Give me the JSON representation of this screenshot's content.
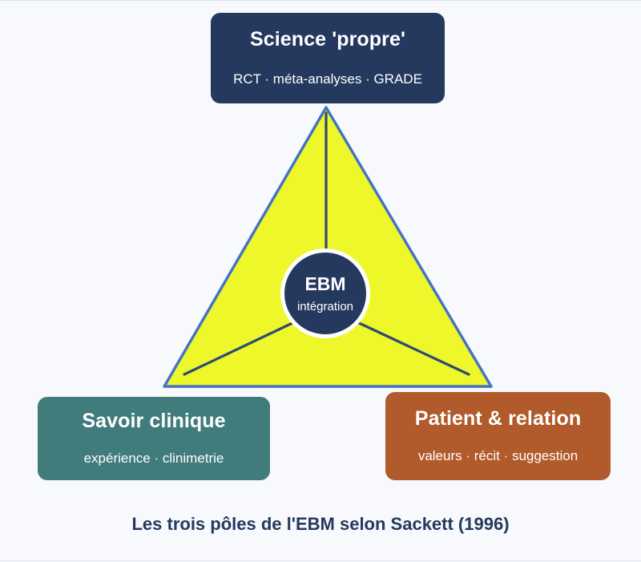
{
  "figure": {
    "caption": "Les trois pôles de l'EBM selon Sackett (1996)",
    "background_color": "#f7f9fc"
  },
  "hub": {
    "title": "EBM",
    "subtitle": "intégration",
    "fill_color": "#25395e",
    "ring_color": "#ffffff"
  },
  "triangle": {
    "fill_color": "#eef72a",
    "stroke_color": "#4472c4",
    "apex": "407,133",
    "bottom_left": "205,481",
    "bottom_right": "613,481"
  },
  "poles": [
    {
      "id": "science",
      "title": "Science 'propre'",
      "subtitle": "RCT · méta-analyses · GRADE",
      "color": "#25395e",
      "position": "top"
    },
    {
      "id": "clinique",
      "title": "Savoir clinique",
      "subtitle": "expérience · clinimetrie",
      "color": "#417c7c",
      "position": "bottom-left"
    },
    {
      "id": "patient",
      "title": "Patient & relation",
      "subtitle": "valeurs · récit · suggestion",
      "color": "#b15a2b",
      "position": "bottom-right"
    }
  ],
  "connectors": {
    "color": "#2f4a73",
    "items": [
      {
        "from": "hub",
        "to": "apex"
      },
      {
        "from": "hub",
        "to": "bottom-left"
      },
      {
        "from": "hub",
        "to": "bottom-right"
      }
    ]
  }
}
